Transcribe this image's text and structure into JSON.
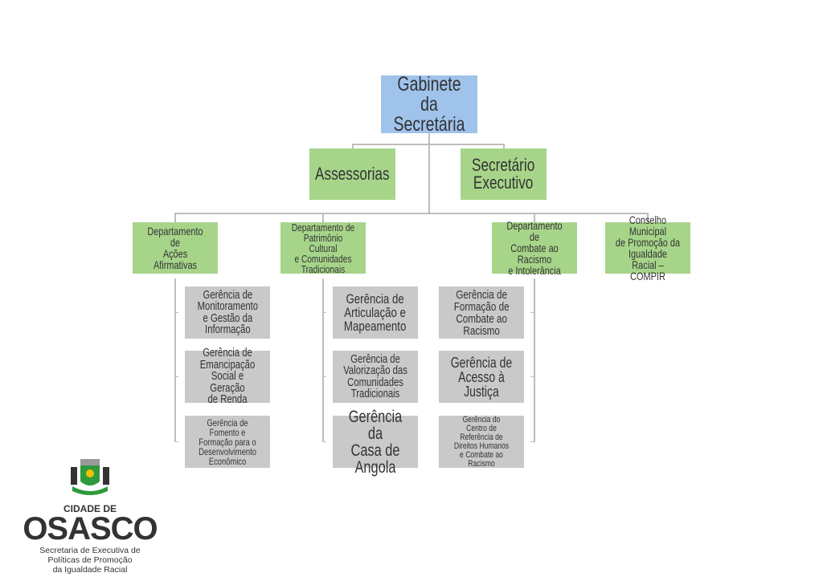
{
  "top": "Gabinete da\nSecretária",
  "level2": [
    "Assessorias",
    "Secretário\nExecutivo"
  ],
  "departments": [
    {
      "name": "Departamento de\nAções Afirmativas",
      "units": [
        "Gerência de\nMonitoramento\ne Gestão da\nInformação",
        "Gerência de\nEmancipação\nSocial e Geração\nde Renda",
        "Gerência de\nFomento e\nFormação para o\nDesenvolvimento\nEconômico"
      ]
    },
    {
      "name": "Departamento de\nPatrimônio Cultural\ne Comunidades\nTradicionais",
      "units": [
        "Gerência de\nArticulação e\nMapeamento",
        "Gerência de\nValorização das\nComunidades\nTradicionais",
        "Gerência da\nCasa de Angola"
      ]
    },
    {
      "name": "Departamento de\nCombate ao Racismo\ne Intolerância",
      "units": [
        "Gerência de\nFormação de\nCombate ao\nRacismo",
        "Gerência de\nAcesso à Justiça",
        "Gerência do\nCentro de\nReferência de\nDireitos Humanos\ne Combate ao Racismo"
      ]
    },
    {
      "name": "Conselho Municipal\nde Promoção da\nIgualdade\nRacial – COMPIR"
    }
  ],
  "logo": {
    "city_prefix": "CIDADE DE",
    "city": "OSASCO",
    "subtitle": "Secretaria de Executiva de\nPolíticas de Promoção\nda Igualdade Racial"
  },
  "colors": {
    "top": "#9fc3eb",
    "green": "#a6d58a",
    "gray": "#c9c9ca"
  }
}
